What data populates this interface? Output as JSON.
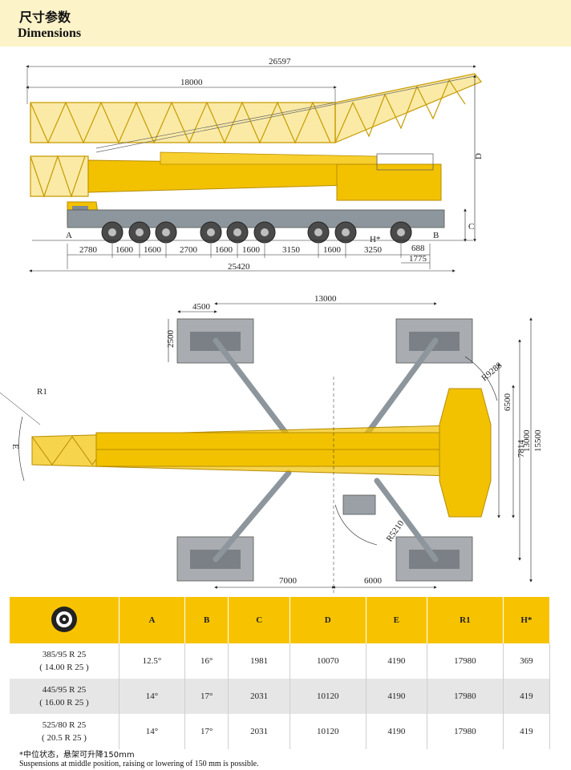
{
  "header": {
    "title_zh": "尺寸参数",
    "title_en": "Dimensions"
  },
  "side_view": {
    "dims": {
      "overall_length": "26597",
      "jib_length": "18000",
      "height_label": "D",
      "axle_spacings": [
        "2780",
        "1600",
        "1600",
        "2700",
        "1600",
        "1600",
        "3150",
        "1600",
        "3250"
      ],
      "rear_overhang_1": "688",
      "rear_overhang_2": "1775",
      "chassis_length": "25420",
      "label_c": "C",
      "label_h": "H*",
      "label_b": "B",
      "label_a": "A"
    }
  },
  "top_view": {
    "dims": {
      "outrigger_pad": "4500",
      "outrigger_span_long": "13000",
      "pad_width": "2500",
      "r_left": "R1",
      "r_tail": "R9288",
      "width_6500": "6500",
      "width_7814": "7814",
      "width_13000": "13000",
      "width_15500": "15500",
      "label_e": "E",
      "r_slew": "R5210",
      "rear_7000": "7000",
      "rear_6000": "6000"
    }
  },
  "table": {
    "tyre_icon": "tyre-icon",
    "headers": [
      "A",
      "B",
      "C",
      "D",
      "E",
      "R1",
      "H*"
    ],
    "rows": [
      {
        "tyre_1": "385/95 R 25",
        "tyre_2": "( 14.00 R 25 )",
        "values": [
          "12.5°",
          "16°",
          "1981",
          "10070",
          "4190",
          "17980",
          "369"
        ]
      },
      {
        "tyre_1": "445/95 R 25",
        "tyre_2": "( 16.00 R 25 )",
        "values": [
          "14°",
          "17°",
          "2031",
          "10120",
          "4190",
          "17980",
          "419"
        ]
      },
      {
        "tyre_1": "525/80 R 25",
        "tyre_2": "( 20.5 R 25 )",
        "values": [
          "14°",
          "17°",
          "2031",
          "10120",
          "4190",
          "17980",
          "419"
        ]
      }
    ]
  },
  "footnote": {
    "zh": "*中位状态，悬架可升降150mm",
    "en": "Suspensions at middle position, raising or lowering of 150 mm is possible."
  },
  "colors": {
    "header_bg": "#fdf3c9",
    "crane_yellow": "#f2c200",
    "table_header": "#f7c300",
    "row_grey": "#e6e6e6"
  }
}
